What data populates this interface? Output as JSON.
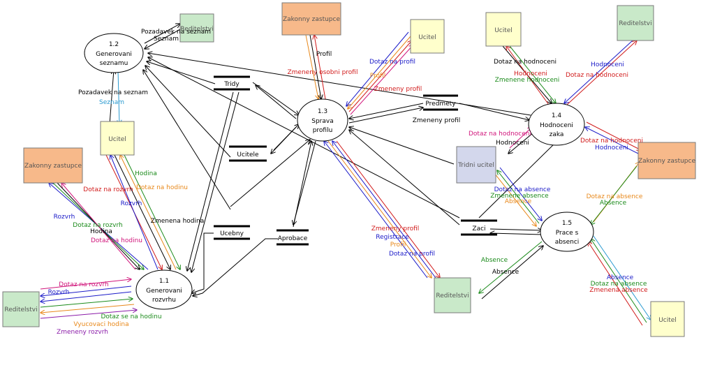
{
  "colors": {
    "ucitel": "#ffffcc",
    "reditelstvi": "#c9e9c9",
    "zastupce": "#f7b98a",
    "tridni": "#d3d7ec",
    "black": "#000000",
    "red": "#d11a1a",
    "blue": "#1a1ac8",
    "green": "#1a8a1a",
    "orange": "#e8881a",
    "magenta": "#d0147a",
    "purple": "#8a1aa8",
    "teal": "#2a9ad0"
  },
  "processes": {
    "p11": {
      "num": "1.1",
      "l1": "Generovani",
      "l2": "rozvrhu"
    },
    "p12": {
      "num": "1.2",
      "l1": "Generovani",
      "l2": "seznamu"
    },
    "p13": {
      "num": "1.3",
      "l1": "Sprava",
      "l2": "profilu"
    },
    "p14": {
      "num": "1.4",
      "l1": "Hodnoceni",
      "l2": "zaka"
    },
    "p15": {
      "num": "1.5",
      "l1": "Prace s",
      "l2": "absenci"
    }
  },
  "entities": {
    "reditelstvi_top": "Reditelstvi",
    "zastupce_top": "Zakonny zastupce",
    "ucitel_top": "Ucitel",
    "ucitel_tr": "Ucitel",
    "reditelstvi_tr": "Reditelstvi",
    "ucitel_left": "Ucitel",
    "zastupce_left": "Zakonny zastupce",
    "reditelstvi_left": "Reditelstvi",
    "tridni": "Tridni ucitel",
    "zastupce_right": "Zakonny zastupce",
    "reditelstvi_bottom": "Reditelstvi",
    "ucitel_bottom": "Ucitel"
  },
  "stores": {
    "tridy": "Tridy",
    "ucitele": "Ucitele",
    "ucebny": "Ucebny",
    "aprobace": "Aprobace",
    "predmety": "Predmety",
    "zaci": "Zaci"
  },
  "flows": {
    "f01": "Pozadavek na seznam",
    "f02": "Seznam",
    "f03": "Pozadavek na seznam",
    "f04": "Seznam",
    "f05": "Profil",
    "f06": "Zmeneny osobni profil",
    "f07": "Dotaz na profil",
    "f08": "Profil",
    "f09": "Zmeneny profil",
    "f10": "Zmeneny profil",
    "f11": "Dotaz na hodnoceni",
    "f12": "Hodnoceni",
    "f13": "Zmenene hodnoceni",
    "f14": "Hodnoceni",
    "f15": "Dotaz na hodnoceni",
    "f16": "Dotaz na hodnoceni",
    "f17": "Hodnoceni",
    "f18": "Dotaz na hodnoceni",
    "f19": "Hodnoceni",
    "f20": "Hodina",
    "f21": "Dotaz na hodinu",
    "f22": "Dotaz na rozvrh",
    "f23": "Rozvrh",
    "f24": "Zmenena hodina",
    "f25": "Rozvrh",
    "f26": "Dotaz na rozvrh",
    "f27": "Hodina",
    "f28": "Dotaz na hodinu",
    "f29": "Dotaz na rozvrh",
    "f30": "Rozvrh",
    "f31": "Dotaz se na hodinu",
    "f32": "Vyucovaci hodina",
    "f33": "Zmeneny rozvrh",
    "f34": "Dotaz na absence",
    "f35": "Zmenene absence",
    "f36": "Absence",
    "f37": "Dotaz na absence",
    "f38": "Absence",
    "f39": "Zmeneny profil",
    "f40": "Registrace",
    "f41": "Profil",
    "f42": "Dotaz na profil",
    "f43": "Absence",
    "f44": "Absence",
    "f45": "Absence",
    "f46": "Dotaz na absence",
    "f47": "Zmenena absence"
  }
}
